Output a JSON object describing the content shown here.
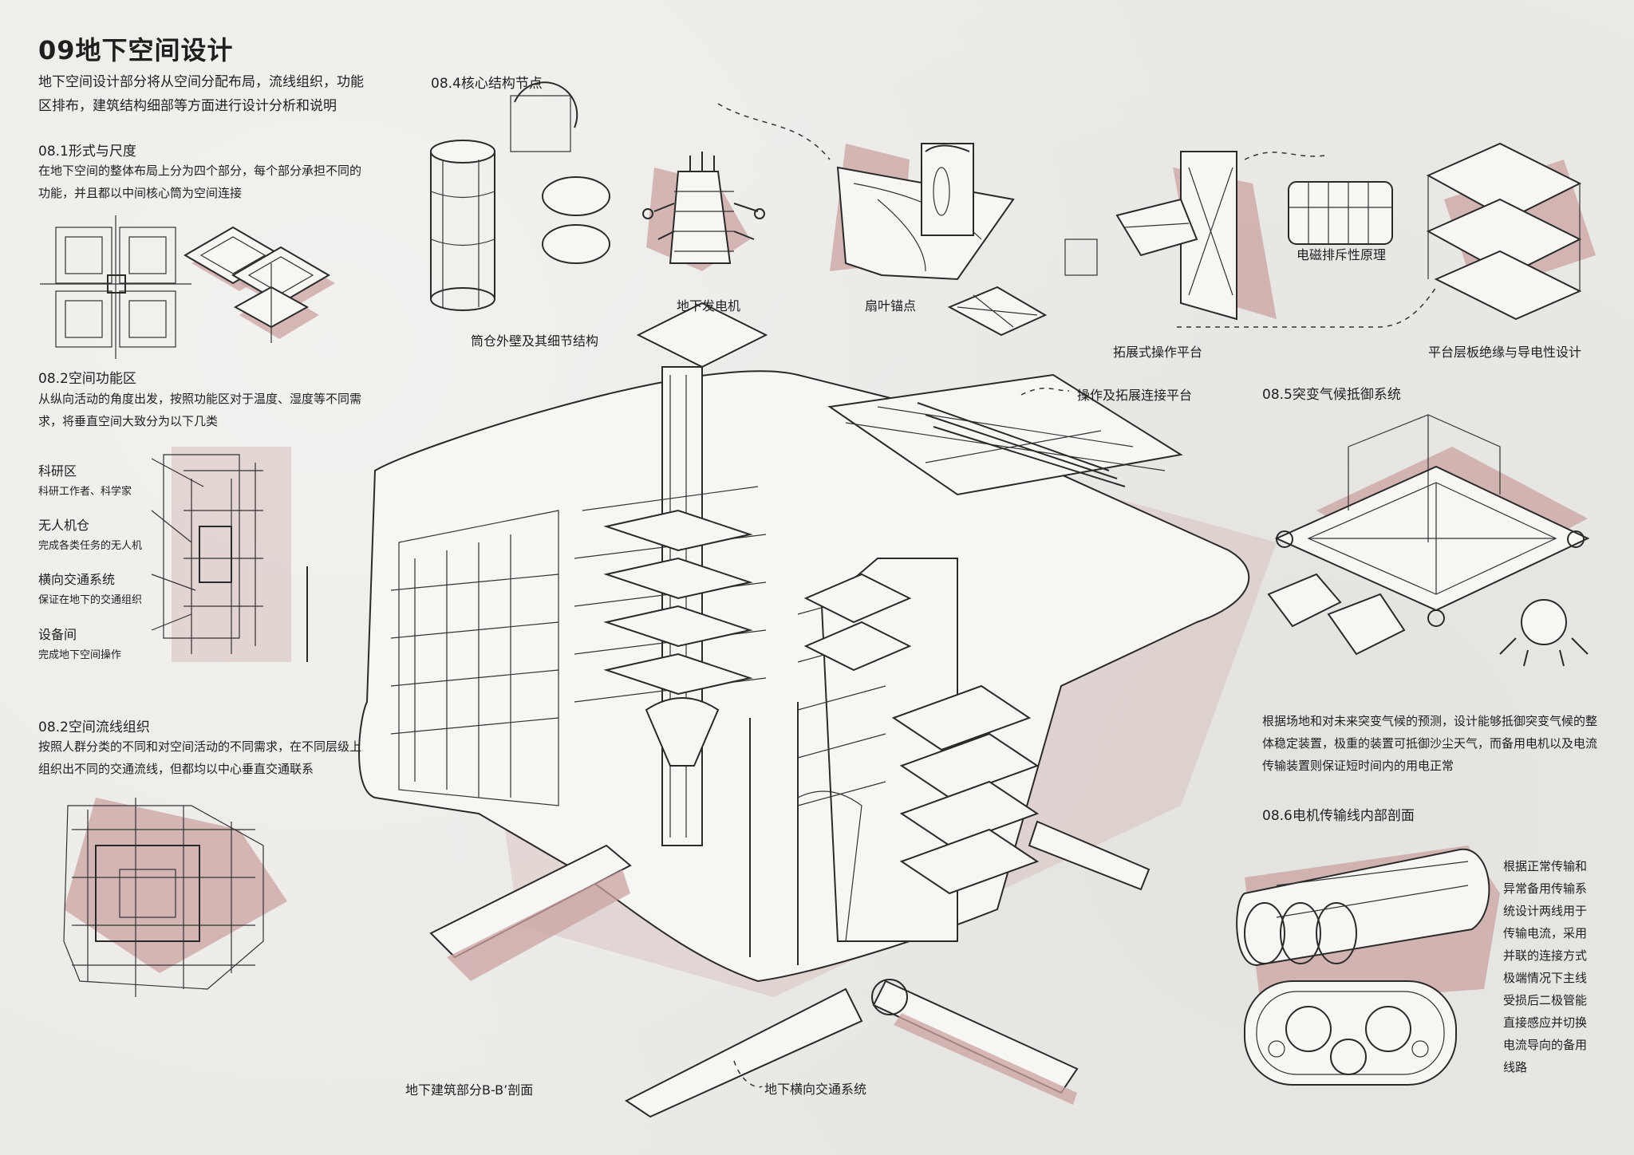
{
  "title": "09地下空间设计",
  "intro": "地下空间设计部分将从空间分配布局，流线组织，功能区排布，建筑结构细部等方面进行设计分析和说明",
  "s81": {
    "heading": "08.1形式与尺度",
    "text": "在地下空间的整体布局上分为四个部分，每个部分承担不同的功能，并且都以中间核心筒为空间连接"
  },
  "s82a": {
    "heading": "08.2空间功能区",
    "text": "从纵向活动的角度出发，按照功能区对于温度、湿度等不同需求，将垂直空间大致分为以下几类",
    "zones": [
      {
        "name": "科研区",
        "desc": "科研工作者、科学家"
      },
      {
        "name": "无人机仓",
        "desc": "完成各类任务的无人机"
      },
      {
        "name": "横向交通系统",
        "desc": "保证在地下的交通组织"
      },
      {
        "name": "设备间",
        "desc": "完成地下空间操作"
      }
    ]
  },
  "s82b": {
    "heading": "08.2空间流线组织",
    "text": "按照人群分类的不同和对空间活动的不同需求，在不同层级上组织出不同的交通流线，但都均以中心垂直交通联系"
  },
  "s84": {
    "heading": "08.4核心结构节点",
    "labels": {
      "silo": "筒仓外壁及其细节结构",
      "generator": "地下发电机",
      "anchor": "扇叶锚点",
      "platform": "拓展式操作平台",
      "magnet": "电磁排斥性原理",
      "insulation": "平台层板绝缘与导电性设计"
    }
  },
  "center": {
    "connect": "操作及拓展连接平台",
    "section": "地下建筑部分B-B’剖面",
    "traffic": "地下横向交通系统"
  },
  "s85": {
    "heading": "08.5突变气候抵御系统",
    "text": "根据场地和对未来突变气候的预测，设计能够抵御突变气候的整体稳定装置，极重的装置可抵御沙尘天气，而备用电机以及电流传输装置则保证短时间内的用电正常"
  },
  "s86": {
    "heading": "08.6电机传输线内部剖面",
    "text": "根据正常传输和异常备用传输系统设计两线用于传输电流，采用并联的连接方式极端情况下主线受损后二极管能直接感应并切换电流导向的备用线路"
  },
  "colors": {
    "accent": "#c9a3a1",
    "ink": "#1f1f1f",
    "paper": "#ebeae6"
  }
}
